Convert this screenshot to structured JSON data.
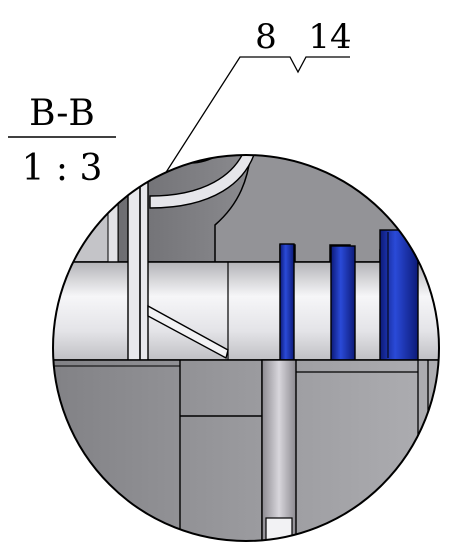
{
  "section": {
    "name": "B-B",
    "scale": "1 : 3"
  },
  "callout": {
    "left": "8",
    "right": "14"
  },
  "colors": {
    "ink": "#000000",
    "blue": "#1e3cc8",
    "blue_dark": "#0c1a78",
    "gray_dark": "#6a6a6e",
    "gray_light": "#d4d4d8"
  }
}
